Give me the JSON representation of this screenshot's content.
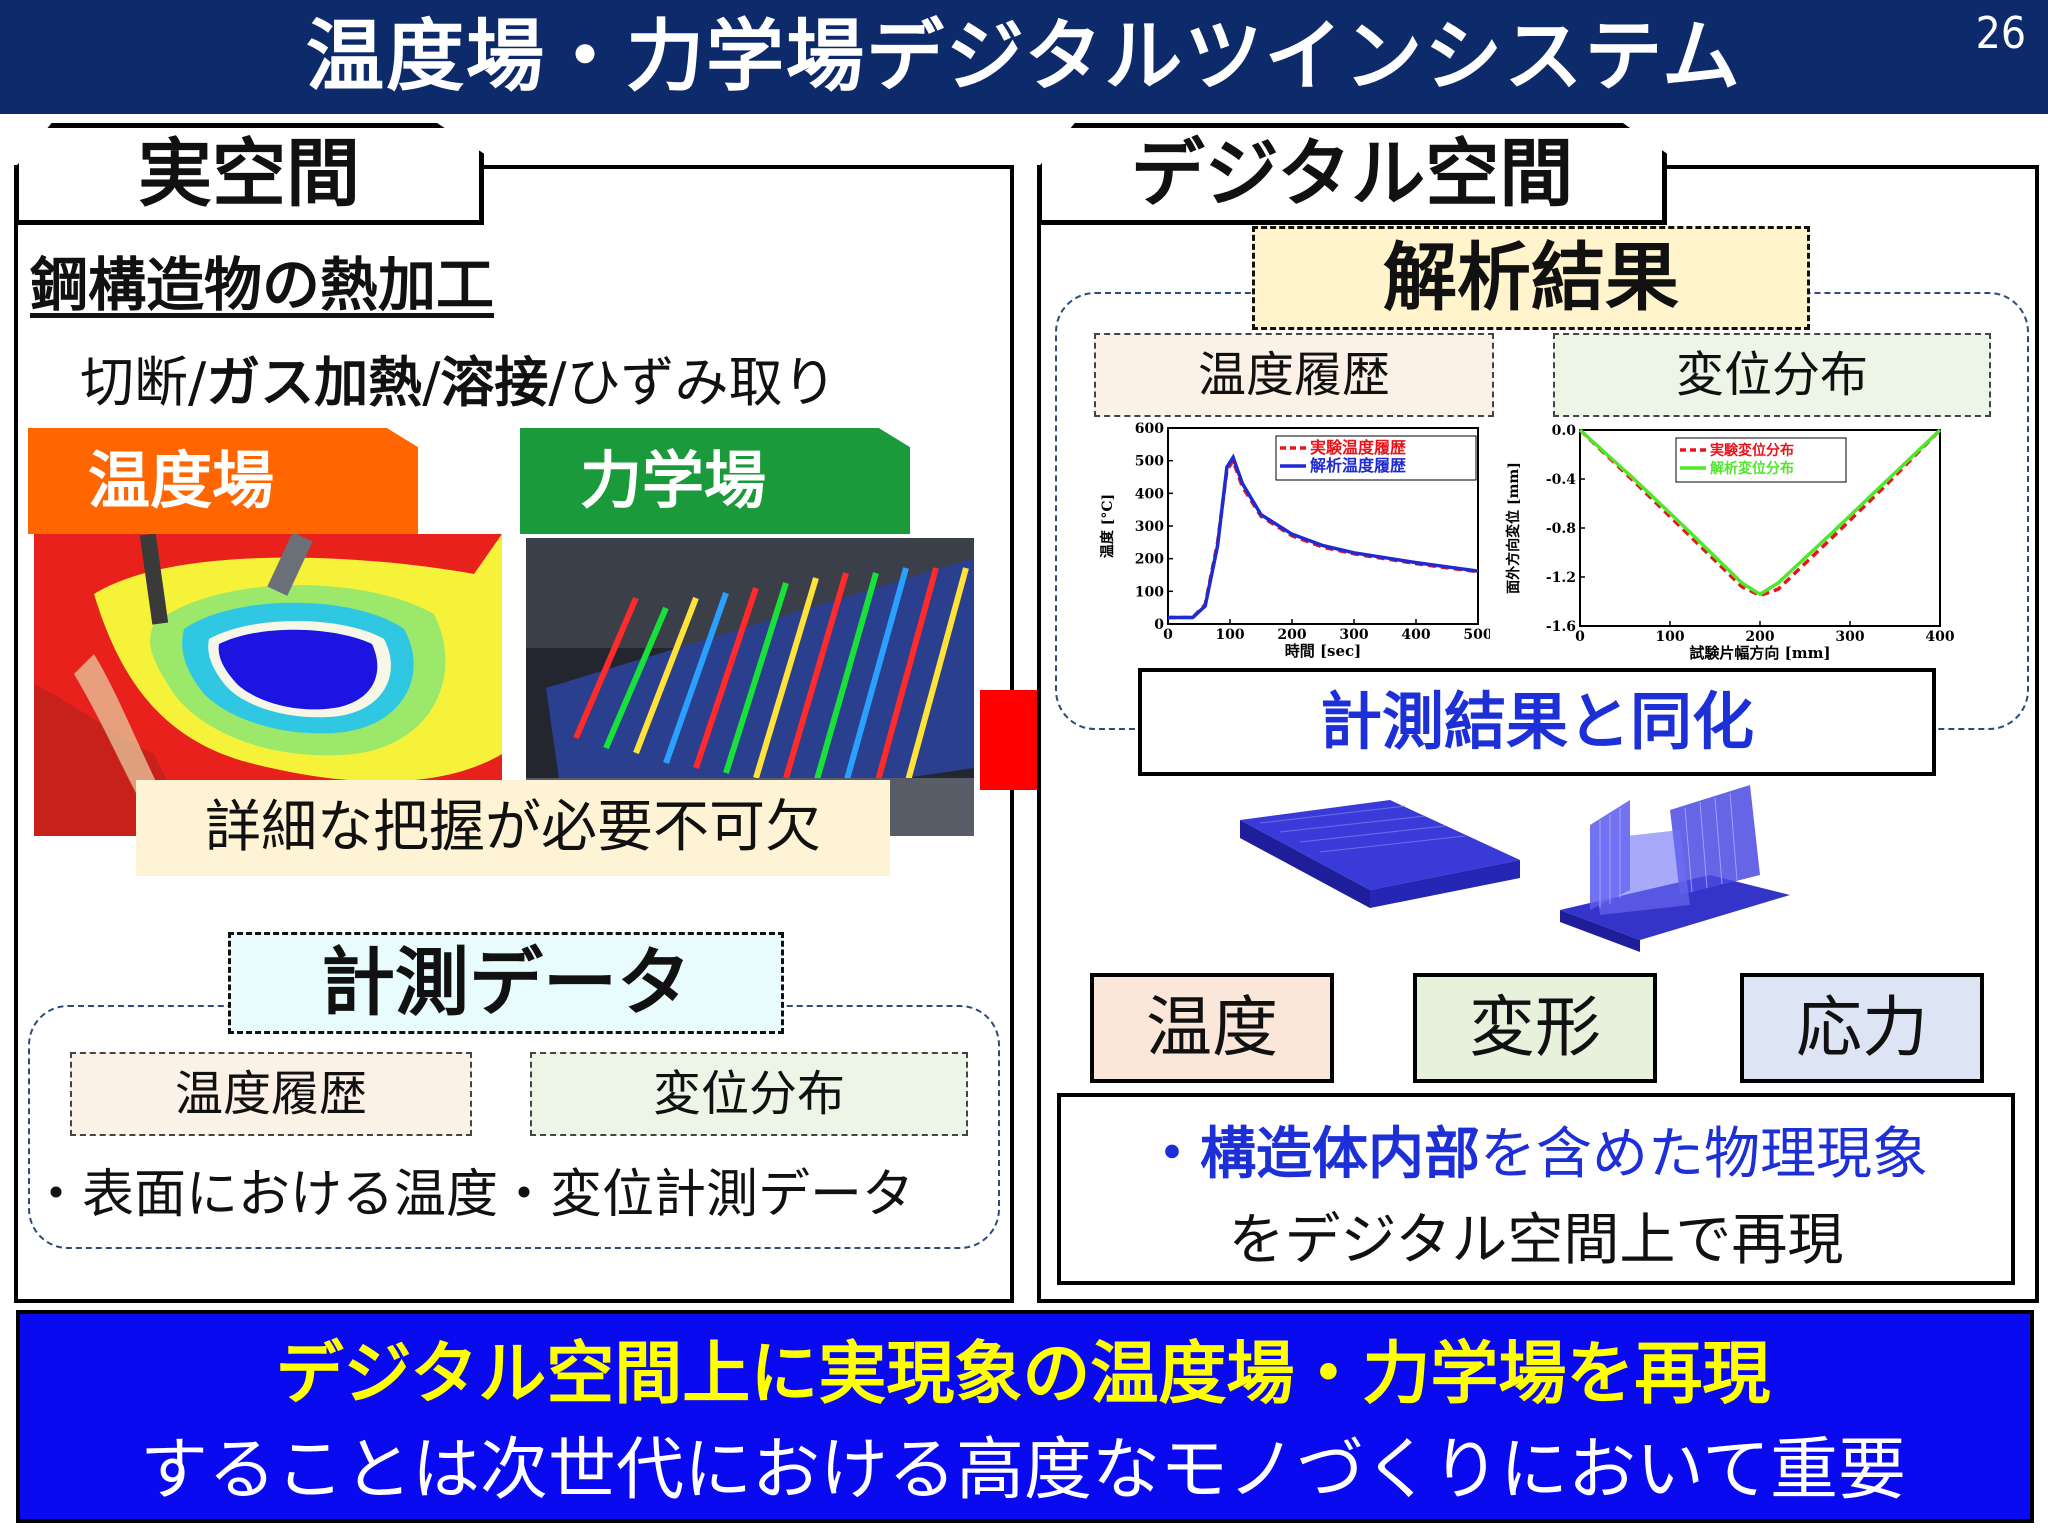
{
  "header": {
    "title": "温度場・力学場デジタルツインシステム",
    "page_number": "26"
  },
  "real_space": {
    "tab": "実空間",
    "subtitle": "鋼構造物の熱加工",
    "processes": {
      "p1": "切断/",
      "p2": "ガス加熱",
      "p3": "/",
      "p4": "溶接",
      "p5": "/ひずみ取り"
    },
    "temp_field": "温度場",
    "mech_field": "力学場",
    "need": "詳細な把握が必要不可欠",
    "measure_title": "計測データ",
    "measure_temp": "温度履歴",
    "measure_disp": "変位分布",
    "measure_note": "・表面における温度・変位計測データ"
  },
  "digital_space": {
    "tab": "デジタル空間",
    "analysis_title": "解析結果",
    "analysis_temp": "温度履歴",
    "analysis_disp": "変位分布",
    "assimilation": "計測結果と同化",
    "results": {
      "temp": "温度",
      "deform": "変形",
      "stress": "応力"
    },
    "physics": {
      "bullet": "・",
      "bold": "構造体内部",
      "rest": "を含めた物理現象",
      "line2": "をデジタル空間上で再現"
    }
  },
  "bottom": {
    "line1": "デジタル空間上に実現象の温度場・力学場を再現",
    "line2": "することは次世代における高度なモノづくりにおいて重要"
  },
  "colors": {
    "title_bg": "#0d2a6b",
    "temp_banner": "#ff6600",
    "mech_banner": "#1a9a3a",
    "arrow": "#ff0000",
    "bottom_bg": "#0a0af0",
    "highlight_text": "#ffff00"
  },
  "chart_data": [
    {
      "type": "line",
      "ylabel": "温度 [°C]",
      "xlabel": "時間 [sec]",
      "xlim": [
        0,
        500
      ],
      "ylim": [
        0,
        600
      ],
      "xticks": [
        0,
        100,
        200,
        300,
        400,
        500
      ],
      "yticks": [
        0,
        100,
        200,
        300,
        400,
        500,
        600
      ],
      "legend_position": "top-right",
      "series": [
        {
          "name": "実験温度履歴",
          "color": "#e8141c",
          "dash": true,
          "x": [
            0,
            40,
            60,
            80,
            95,
            105,
            120,
            150,
            200,
            250,
            300,
            350,
            400,
            450,
            500
          ],
          "y": [
            20,
            20,
            60,
            250,
            470,
            500,
            420,
            330,
            270,
            235,
            215,
            200,
            185,
            172,
            160
          ]
        },
        {
          "name": "解析温度履歴",
          "color": "#1f2bd0",
          "dash": false,
          "x": [
            0,
            40,
            60,
            80,
            95,
            105,
            120,
            150,
            200,
            250,
            300,
            350,
            400,
            450,
            500
          ],
          "y": [
            20,
            20,
            55,
            240,
            480,
            510,
            430,
            335,
            275,
            240,
            218,
            203,
            188,
            175,
            162
          ]
        }
      ]
    },
    {
      "type": "line",
      "ylabel": "面外方向変位 [mm]",
      "xlabel": "試験片幅方向 [mm]",
      "xlim": [
        0,
        400
      ],
      "ylim": [
        -1.6,
        0.0
      ],
      "xticks": [
        0,
        100,
        200,
        300,
        400
      ],
      "yticks": [
        0.0,
        -0.4,
        -0.8,
        -1.2,
        -1.6
      ],
      "legend_position": "top-center",
      "series": [
        {
          "name": "実験変位分布",
          "color": "#e8141c",
          "dash": true,
          "x": [
            0,
            60,
            120,
            180,
            200,
            220,
            280,
            340,
            400
          ],
          "y": [
            0.0,
            -0.42,
            -0.85,
            -1.28,
            -1.35,
            -1.3,
            -0.88,
            -0.45,
            0.0
          ]
        },
        {
          "name": "解析変位分布",
          "color": "#4fe62c",
          "dash": false,
          "x": [
            0,
            60,
            120,
            180,
            200,
            220,
            280,
            340,
            400
          ],
          "y": [
            0.0,
            -0.4,
            -0.82,
            -1.25,
            -1.34,
            -1.25,
            -0.84,
            -0.42,
            0.0
          ]
        }
      ]
    }
  ]
}
